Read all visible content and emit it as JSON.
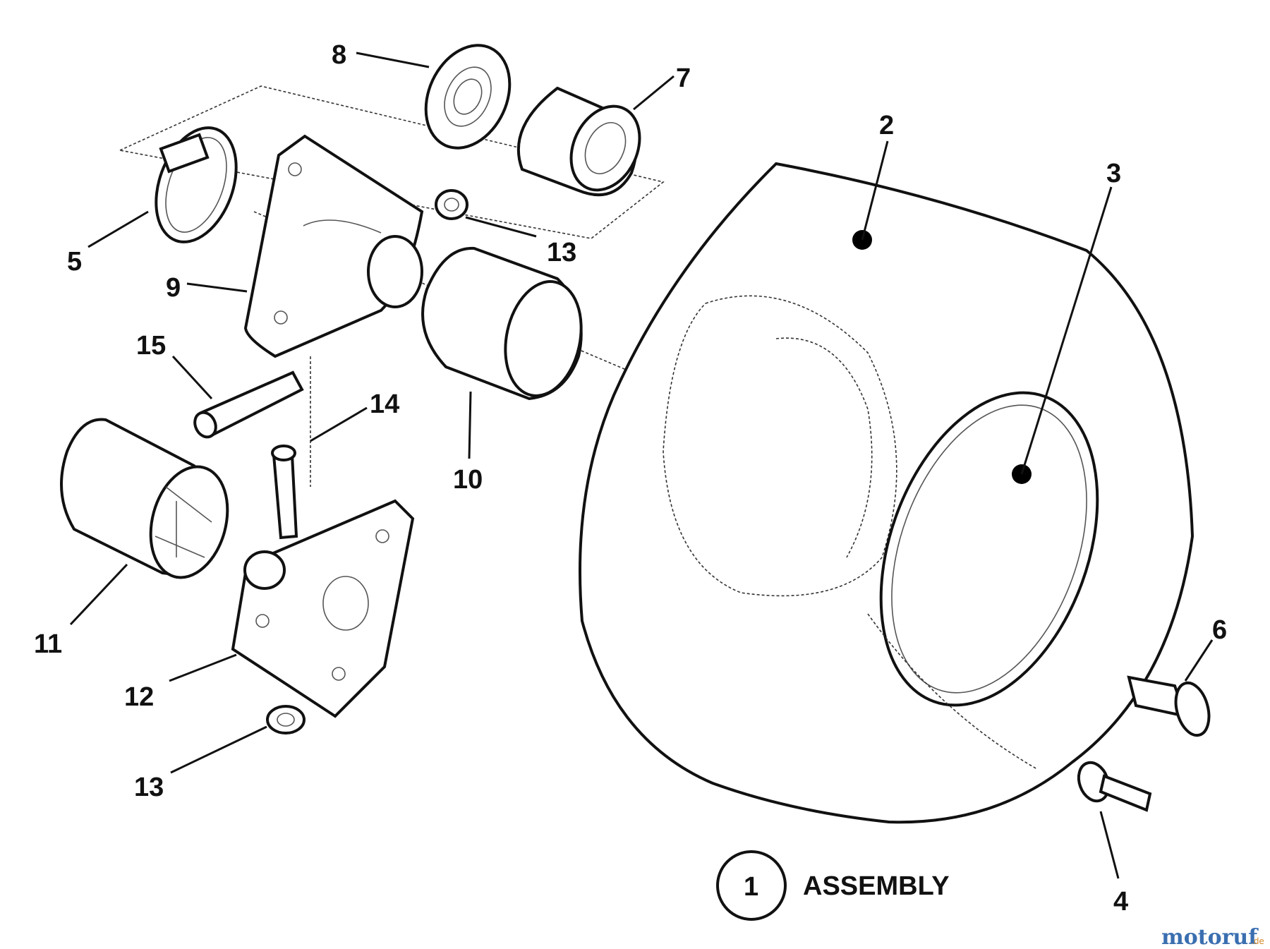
{
  "diagram": {
    "callouts": [
      {
        "id": "c8",
        "text": "8"
      },
      {
        "id": "c7",
        "text": "7"
      },
      {
        "id": "c2",
        "text": "2"
      },
      {
        "id": "c3",
        "text": "3"
      },
      {
        "id": "c5",
        "text": "5"
      },
      {
        "id": "c13a",
        "text": "13"
      },
      {
        "id": "c9",
        "text": "9"
      },
      {
        "id": "c15",
        "text": "15"
      },
      {
        "id": "c14",
        "text": "14"
      },
      {
        "id": "c10",
        "text": "10"
      },
      {
        "id": "c11",
        "text": "11"
      },
      {
        "id": "c12",
        "text": "12"
      },
      {
        "id": "c13b",
        "text": "13"
      },
      {
        "id": "c6",
        "text": "6"
      },
      {
        "id": "c4",
        "text": "4"
      }
    ],
    "legend": {
      "number": "1",
      "label": "ASSEMBLY"
    },
    "watermark": {
      "text": "motoruf",
      "suffix": ".de",
      "colors": [
        "#3a6fb0",
        "#d4892c"
      ]
    }
  }
}
